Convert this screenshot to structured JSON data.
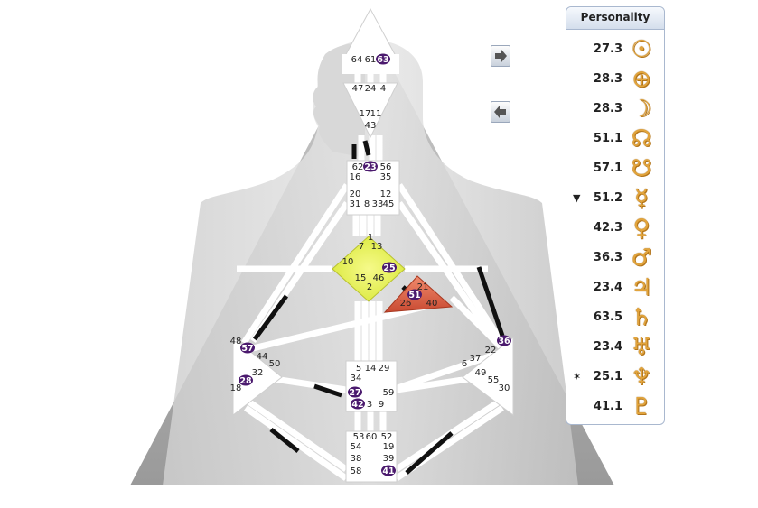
{
  "panel": {
    "title": "Personality",
    "rows": [
      {
        "value": "27.3",
        "glyph": "☉",
        "icon": "sun-icon",
        "mark": ""
      },
      {
        "value": "28.3",
        "glyph": "⊕",
        "icon": "earth-icon",
        "mark": ""
      },
      {
        "value": "28.3",
        "glyph": "☽",
        "icon": "moon-icon",
        "mark": ""
      },
      {
        "value": "51.1",
        "glyph": "☊",
        "icon": "north-node-icon",
        "mark": ""
      },
      {
        "value": "57.1",
        "glyph": "☋",
        "icon": "south-node-icon",
        "mark": ""
      },
      {
        "value": "51.2",
        "glyph": "☿",
        "icon": "mercury-icon",
        "mark": "▼"
      },
      {
        "value": "42.3",
        "glyph": "♀",
        "icon": "venus-icon",
        "mark": ""
      },
      {
        "value": "36.3",
        "glyph": "♂",
        "icon": "mars-icon",
        "mark": ""
      },
      {
        "value": "23.4",
        "glyph": "♃",
        "icon": "jupiter-icon",
        "mark": ""
      },
      {
        "value": "63.5",
        "glyph": "♄",
        "icon": "saturn-icon",
        "mark": ""
      },
      {
        "value": "23.4",
        "glyph": "♅",
        "icon": "uranus-icon",
        "mark": ""
      },
      {
        "value": "25.1",
        "glyph": "♆",
        "icon": "neptune-icon",
        "mark": "✶"
      },
      {
        "value": "41.1",
        "glyph": "♇",
        "icon": "pluto-icon",
        "mark": ""
      }
    ]
  },
  "nav": {
    "forward_icon": "arrow-right-icon",
    "back_icon": "arrow-left-icon"
  },
  "colors": {
    "activated_gate": "#4b1a6e",
    "defined_channel": "#111111",
    "g_center": "#e5ef45",
    "spleen_center": "#de6a4e",
    "glyph": "#e2a43c"
  },
  "gates": {
    "head": [
      "64",
      "61",
      "63"
    ],
    "ajna": [
      "47",
      "24",
      "4",
      "17",
      "11",
      "43"
    ],
    "throat": [
      "62",
      "23",
      "56",
      "16",
      "35",
      "20",
      "12",
      "31",
      "8",
      "33",
      "45"
    ],
    "g": [
      "1",
      "7",
      "13",
      "10",
      "25",
      "15",
      "46",
      "2"
    ],
    "heart": [
      "21",
      "51",
      "26",
      "40"
    ],
    "spleen": [
      "48",
      "57",
      "44",
      "50",
      "32",
      "28",
      "18"
    ],
    "solar_plexus": [
      "36",
      "22",
      "37",
      "6",
      "49",
      "55",
      "30"
    ],
    "sacral": [
      "5",
      "14",
      "29",
      "34",
      "27",
      "59",
      "42",
      "3",
      "9"
    ],
    "root": [
      "53",
      "60",
      "52",
      "54",
      "19",
      "38",
      "39",
      "58",
      "41"
    ]
  },
  "active_gates": [
    "63",
    "23",
    "25",
    "51",
    "57",
    "36",
    "28",
    "27",
    "42",
    "41"
  ]
}
